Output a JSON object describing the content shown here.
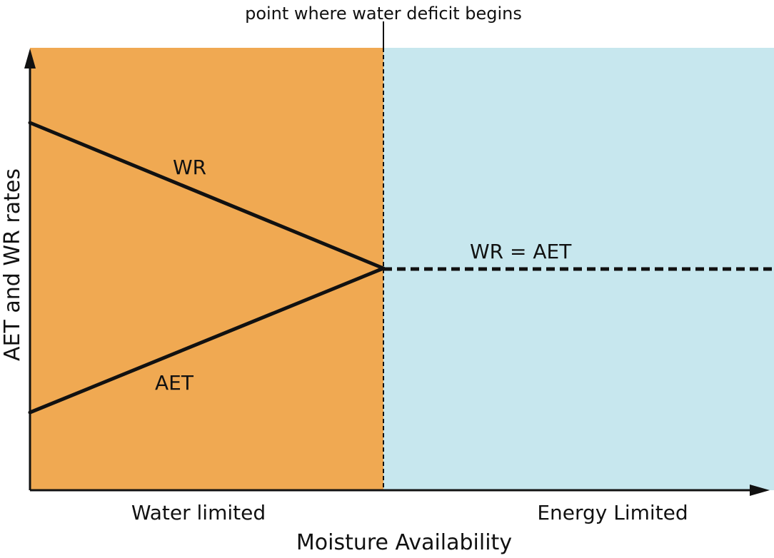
{
  "annotation": "point where water deficit begins",
  "y_axis_label": "AET and WR rates",
  "x_axis_label": "Moisture Availability",
  "regions": [
    {
      "label": "Water limited",
      "color": "#f0a952"
    },
    {
      "label": "Energy Limited",
      "color": "#c7e7ee"
    }
  ],
  "lines": [
    {
      "label": "WR"
    },
    {
      "label": "AET"
    },
    {
      "label": "WR = AET"
    }
  ],
  "colors": {
    "line": "#111111"
  }
}
